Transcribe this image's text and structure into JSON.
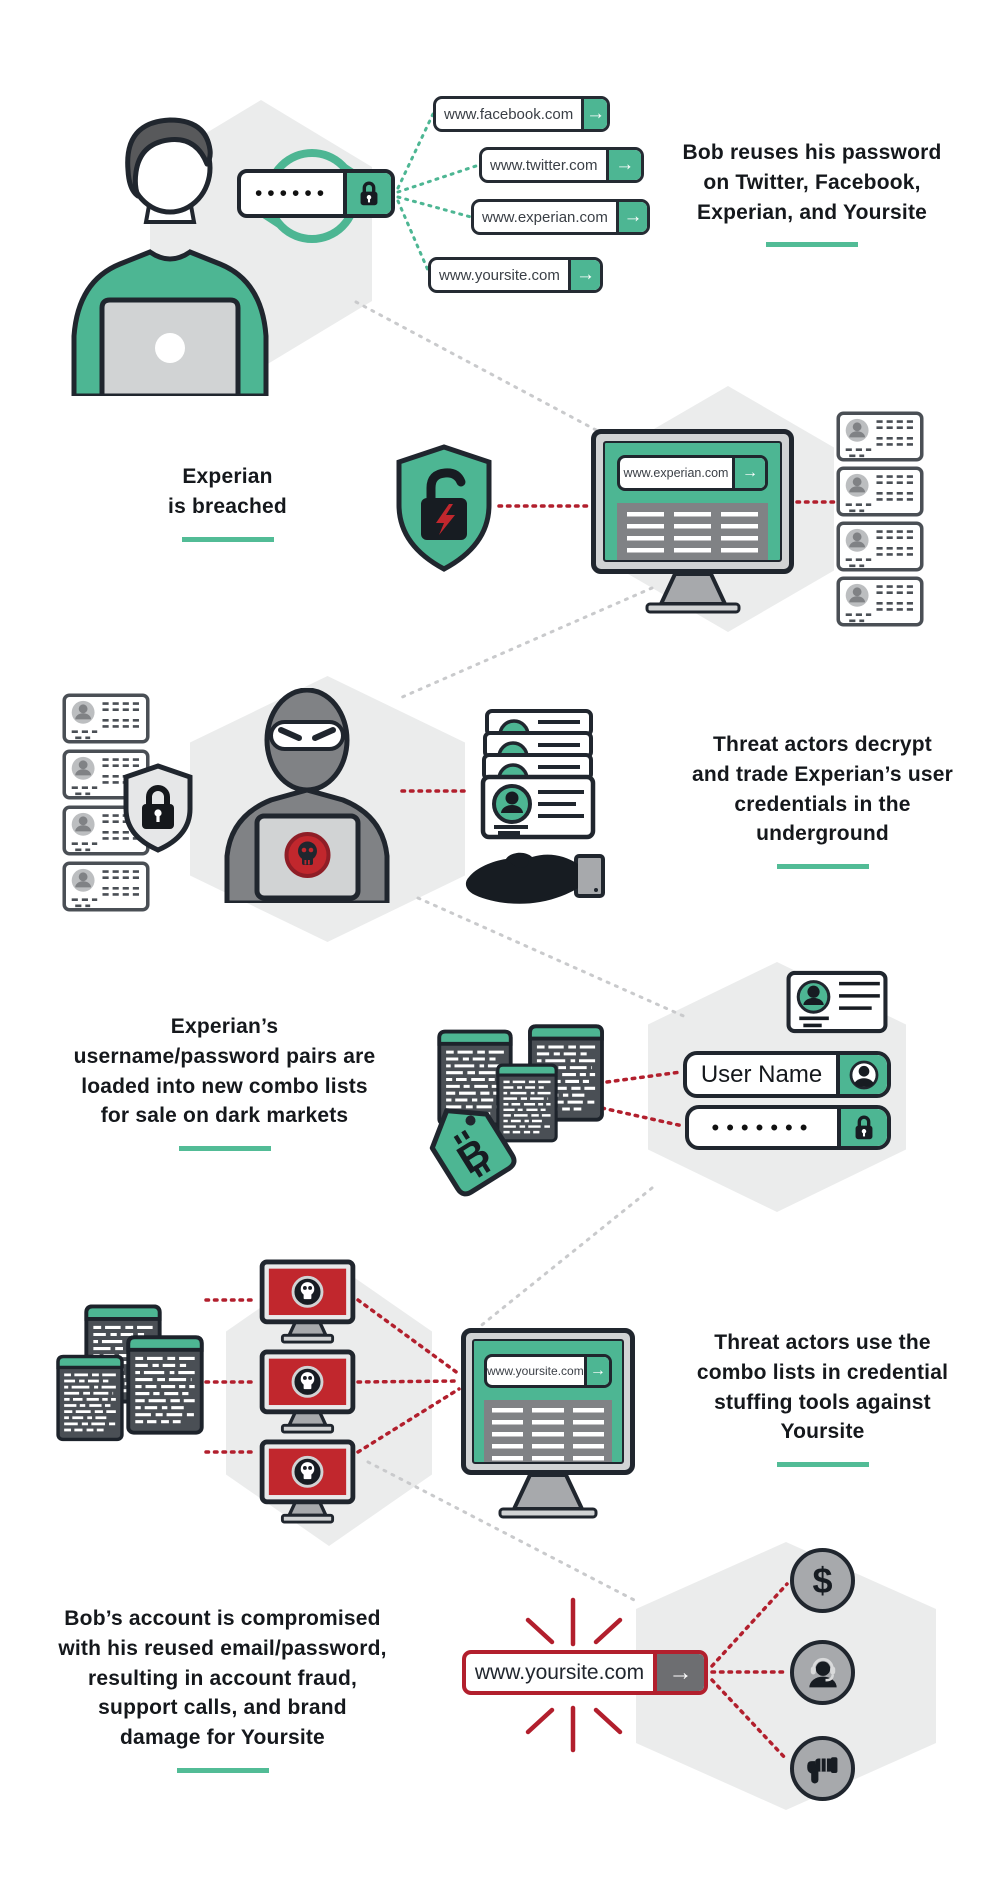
{
  "title": "Credential stuffing infographic",
  "icons": {
    "go_arrow": "→",
    "dollar": "$",
    "bitcoin": "B"
  },
  "colors": {
    "teal": "#4DB693",
    "dark": "#20262E",
    "red": "#C1272D",
    "red_line": "#B21F2D",
    "hex_gray": "#EBECEC",
    "underline": "#52BC96"
  },
  "steps": {
    "reuse": {
      "caption": "Bob reuses his password\non Twitter, Facebook,\nExperian, and Yoursite",
      "sites": [
        "www.facebook.com",
        "www.twitter.com",
        "www.experian.com",
        "www.yoursite.com"
      ],
      "password_mask": "••••••"
    },
    "breach": {
      "caption": "Experian\nis breached",
      "browser_url": "www.experian.com"
    },
    "trade": {
      "caption": "Threat actors decrypt\nand trade Experian’s user\ncredentials in the\nunderground"
    },
    "combo": {
      "caption": "Experian’s\nusername/password pairs are\nloaded into new combo lists\nfor sale on dark markets",
      "username_value": "User Name",
      "password_mask": "•••••••"
    },
    "stuffing": {
      "caption": "Threat actors use the\ncombo lists in credential\nstuffing tools against\nYoursite",
      "browser_url": "www.yoursite.com"
    },
    "damage": {
      "caption": "Bob’s account is compromised\nwith his reused email/password,\nresulting in account fraud,\nsupport calls, and brand\ndamage for Yoursite",
      "site_url": "www.yoursite.com"
    }
  }
}
